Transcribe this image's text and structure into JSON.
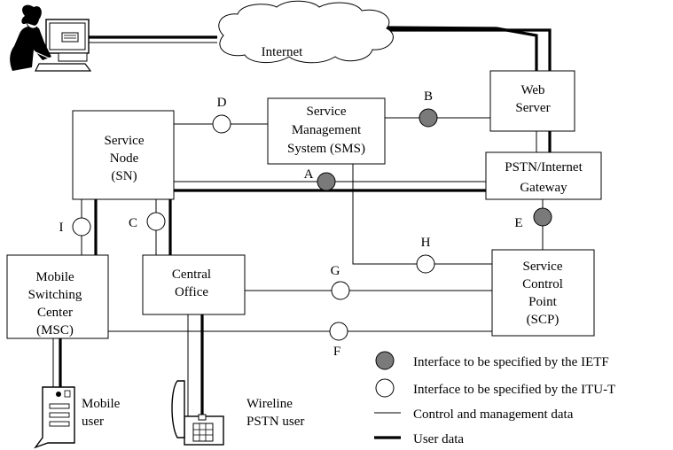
{
  "nodes": {
    "internet": "Internet",
    "web_server": [
      "Web",
      "Server"
    ],
    "sms": [
      "Service",
      "Management",
      "System (SMS)"
    ],
    "sn": [
      "Service",
      "Node",
      "(SN)"
    ],
    "gateway": [
      "PSTN/Internet",
      "Gateway"
    ],
    "msc": [
      "Mobile",
      "Switching",
      "Center",
      "(MSC)"
    ],
    "central_office": [
      "Central",
      "Office"
    ],
    "scp": [
      "Service",
      "Control",
      "Point",
      "(SCP)"
    ],
    "mobile_user": [
      "Mobile",
      "user"
    ],
    "wireline_user": [
      "Wireline",
      "PSTN user"
    ]
  },
  "interfaces": {
    "a": "A",
    "b": "B",
    "c": "C",
    "d": "D",
    "e": "E",
    "f": "F",
    "g": "G",
    "h": "H",
    "i": "I"
  },
  "legend": {
    "ietf": "Interface to be specified by the IETF",
    "itut": "Interface to be specified by the ITU-T",
    "control": "Control and management data",
    "user": "User data"
  },
  "colors": {
    "ietf_fill": "#7a7a7a",
    "itut_fill": "#ffffff",
    "line": "#000000"
  }
}
